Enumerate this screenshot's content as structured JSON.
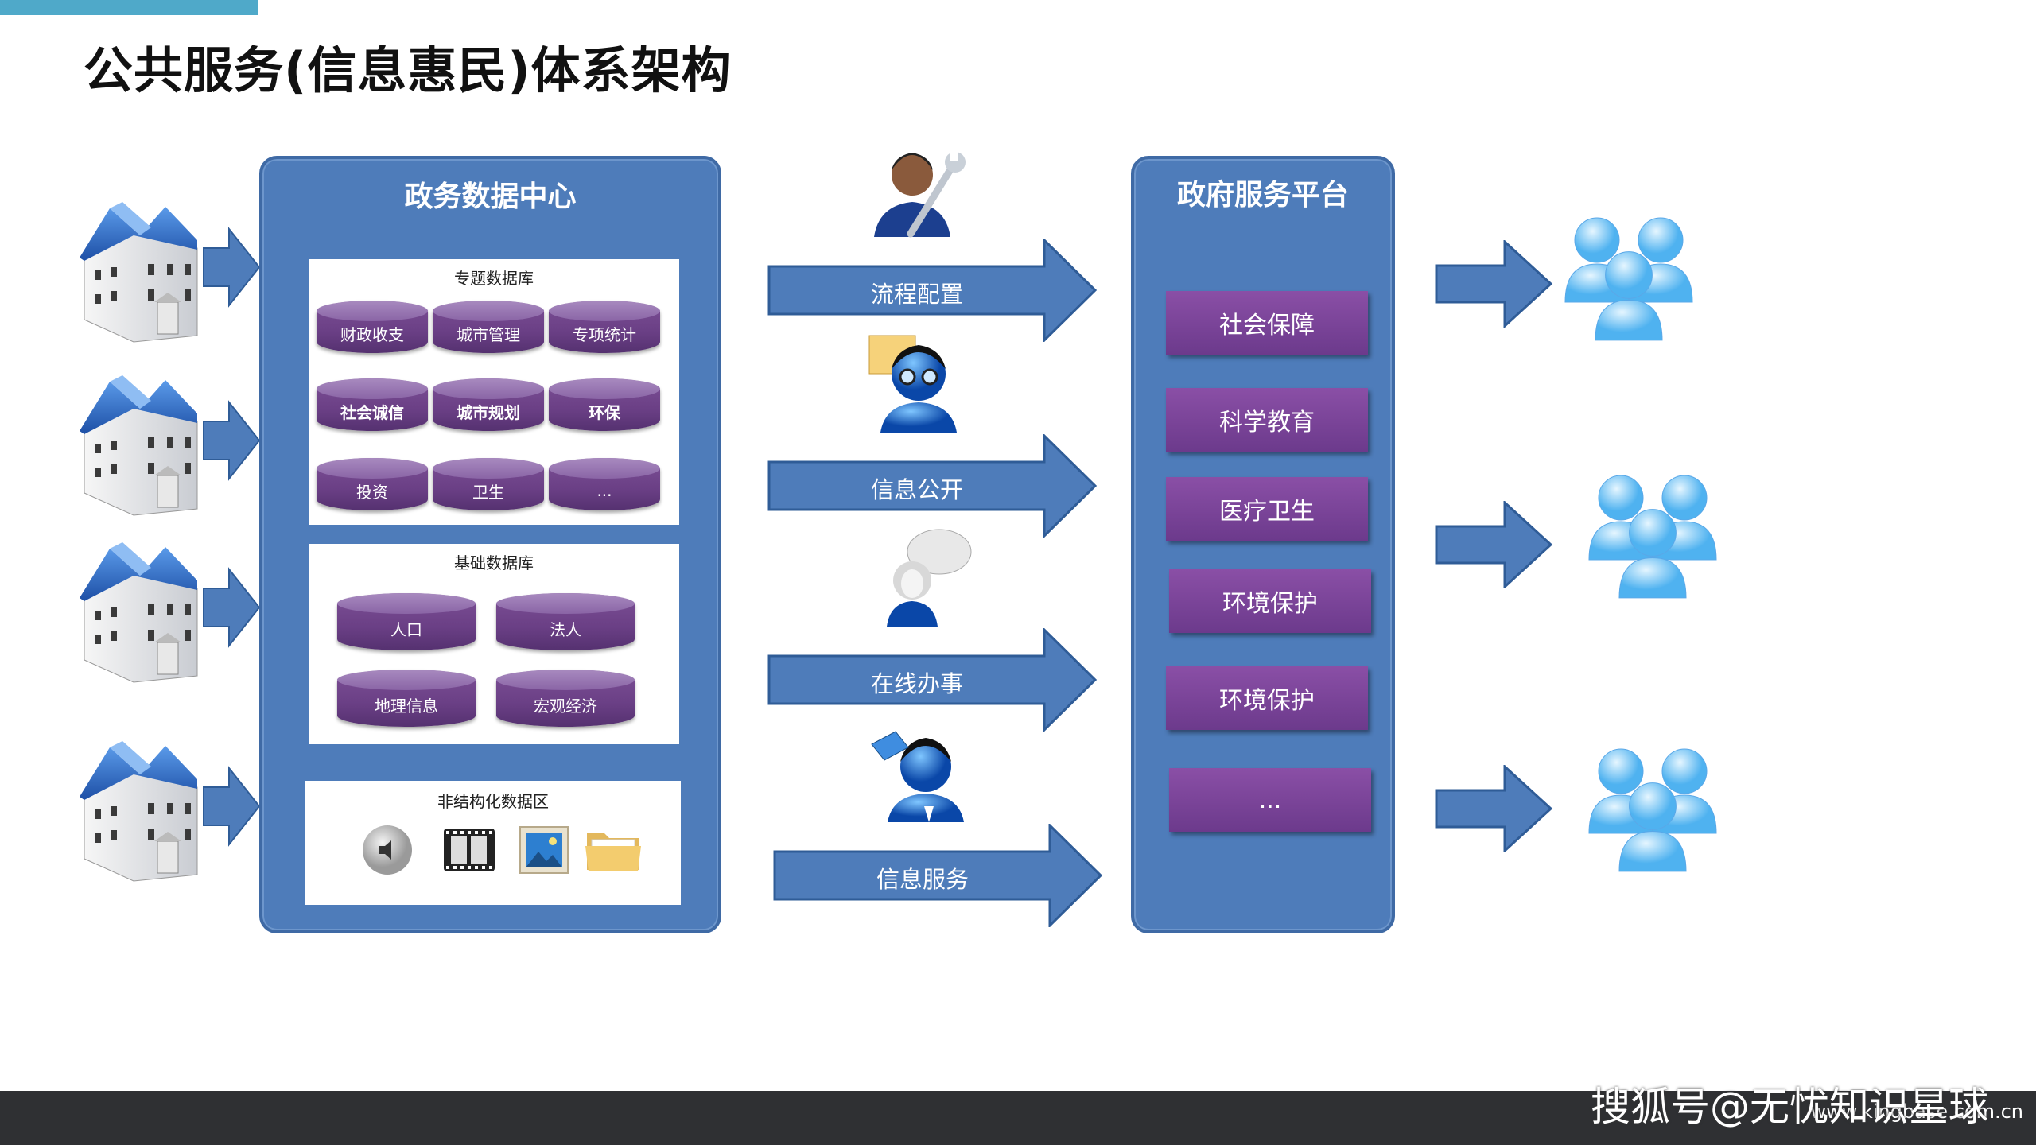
{
  "title": "公共服务(信息惠民)体系架构",
  "data_center": {
    "title": "政务数据中心",
    "thematic": {
      "title": "专题数据库",
      "rows": [
        [
          "财政收支",
          "城市管理",
          "专项统计"
        ],
        [
          "社会诚信",
          "城市规划",
          "环保"
        ],
        [
          "投资",
          "卫生",
          "..."
        ]
      ]
    },
    "basic": {
      "title": "基础数据库",
      "items": [
        "人口",
        "法人",
        "地理信息",
        "宏观经济"
      ]
    },
    "unstructured": {
      "title": "非结构化数据区",
      "icons": [
        "speaker-icon",
        "film-icon",
        "picture-icon",
        "folder-icon"
      ]
    }
  },
  "flows": [
    "流程配置",
    "信息公开",
    "在线办事",
    "信息服务"
  ],
  "platform": {
    "title": "政府服务平台",
    "items": [
      "社会保障",
      "科学教育",
      "医疗卫生",
      "环境保护",
      "环境保护",
      "..."
    ]
  },
  "watermark": "搜狐号@无忧知识星球",
  "watermark_url": "www.kingbase.com.cn",
  "colors": {
    "panel": "#4e7cba",
    "cylinder": "#6a3f85",
    "accent_bar": "#4fa9c9",
    "footer": "#2f3033"
  }
}
